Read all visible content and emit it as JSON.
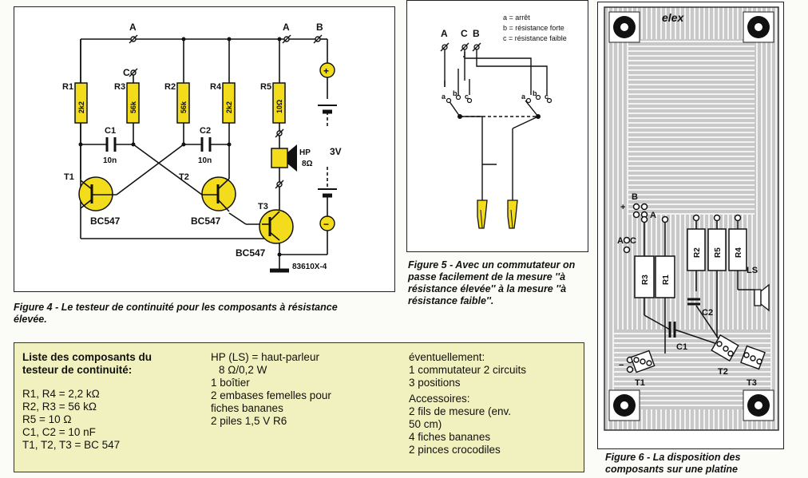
{
  "figure4": {
    "labels": {
      "A1": "A",
      "A2": "A",
      "B": "B",
      "C": "C",
      "R1": "R1",
      "R3": "R3",
      "R2": "R2",
      "R4": "R4",
      "R5": "R5",
      "R1v": "2k2",
      "R3v": "56k",
      "R2v": "56k",
      "R4v": "2k2",
      "R5v": "10Ω",
      "C1": "C1",
      "C2": "C2",
      "C1v": "10n",
      "C2v": "10n",
      "T1": "T1",
      "T2": "T2",
      "T3": "T3",
      "T1v": "BC547",
      "T2v": "BC547",
      "T3v": "BC547",
      "HP": "HP",
      "HPv": "8Ω",
      "V": "3V",
      "plus": "+",
      "minus": "−",
      "code": "83610X-4"
    },
    "caption": "Figure 4 - Le testeur de continuité pour les composants à résistance élevée."
  },
  "figure5": {
    "legend": [
      "a = arrêt",
      "b = résistance forte",
      "c = résistance faible"
    ],
    "labels": {
      "A": "A",
      "C": "C",
      "B": "B",
      "a1": "a",
      "b1": "b",
      "c1": "c",
      "a2": "a",
      "b2": "b",
      "c2": "c"
    },
    "caption": "Figure 5 - Avec un commutateur on passe facilement de la mesure ''à résistance élevée'' à la mesure ''à résistance faible''."
  },
  "figure6": {
    "logo": "elex",
    "labels": {
      "plus": "+",
      "B": "B",
      "A": "A",
      "A2": "A",
      "C": "C",
      "R3": "R3",
      "R1": "R1",
      "R2": "R2",
      "R5": "R5",
      "R4": "R4",
      "LS": "LS",
      "C2": "C2",
      "C1": "C1",
      "minus": "−",
      "T1": "T1",
      "T2": "T2",
      "T3": "T3"
    },
    "caption": "Figure 6 - La disposition des composants sur une platine"
  },
  "parts_list": {
    "title": "Liste des composants du testeur de continuité:",
    "col1": [
      "R1, R4 =  2,2 kΩ",
      "R2, R3 =  56 kΩ",
      "R5 =  10 Ω",
      "C1, C2 =  10 nF",
      "T1, T2, T3 =  BC 547"
    ],
    "col2": [
      "HP (LS) =  haut-parleur",
      "8 Ω/0,2 W",
      "1 boîtier",
      "2 embases femelles pour",
      "fiches bananes",
      "2 piles 1,5 V R6"
    ],
    "col3a": [
      "éventuellement:",
      "1 commutateur 2 circuits",
      "3 positions"
    ],
    "col3b": [
      "Accessoires:",
      "2 fils de mesure (env.",
      "50 cm)",
      "4 fiches bananes",
      "2 pinces crocodiles"
    ]
  },
  "colors": {
    "component_yellow": "#f2dc1c",
    "parts_bg": "#f1f0bf",
    "board_grey": "#c8c8c8"
  }
}
